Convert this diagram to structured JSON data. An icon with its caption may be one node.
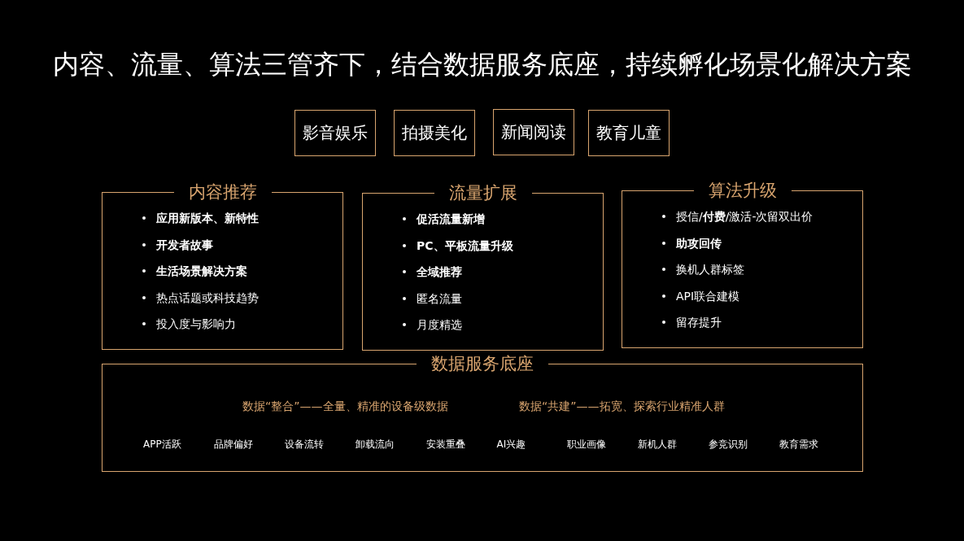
{
  "diagram": {
    "title": "内容、流量、算法三管齐下，结合数据服务底座，持续孵化场景化解决方案",
    "nodes": [
      {
        "text": [
          "影音娱乐"
        ]
      },
      {
        "text": [
          "拍摄美化"
        ]
      },
      {
        "text": [
          "新闻阅读"
        ]
      },
      {
        "text": [
          "教育儿童"
        ]
      },
      {
        "text": [
          "内容推荐",
          "应用新版本、新特性",
          "开发者故事",
          "生活场景解决方案",
          "热点话题或科技趋势",
          "投入度与影响力"
        ]
      },
      {
        "text": [
          "流量扩展",
          "促活流量新增",
          "PC、平板流量升级",
          "全域推荐",
          "匿名流量",
          "月度精选"
        ]
      },
      {
        "text": [
          "算法升级",
          "授信/**付费**/激活-次留双出价",
          "助攻回传",
          "换机人群标签",
          "API联合建模",
          "留存提升"
        ]
      },
      {
        "text": [
          "数据服务底座",
          "数据“整合”——全量、精准的设备级数据",
          "数据“共建”——拓宽、探索行业精准人群",
          "APP活跃",
          "品牌偏好",
          "设备流转",
          "卸载流向",
          "安装重叠",
          "AI兴趣",
          "职业画像",
          "新机人群",
          "参竞识别",
          "教育需求"
        ]
      }
    ]
  }
}
